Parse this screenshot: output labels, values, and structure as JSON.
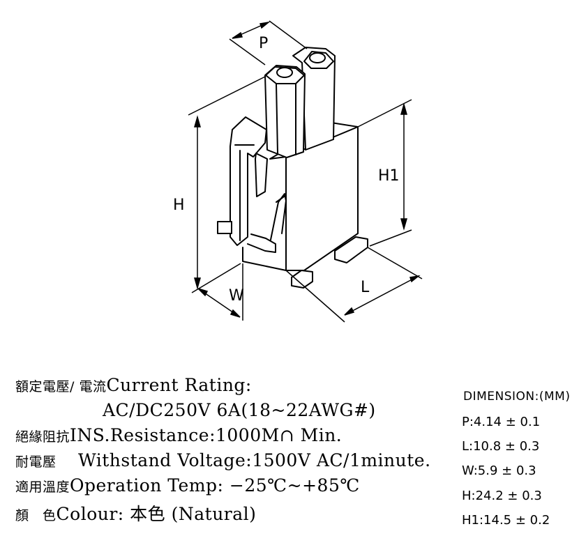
{
  "drawing": {
    "labels": {
      "p": "P",
      "h": "H",
      "h1": "H1",
      "w": "W",
      "l": "L"
    }
  },
  "specs": [
    {
      "zh": "額定電壓/ 電流",
      "en": "Current  Rating:"
    },
    {
      "zh": "",
      "en": "AC/DC250V 6A(18~22AWG#)"
    },
    {
      "zh": "絕緣阻抗",
      "en": "INS.Resistance:1000M∩ Min."
    },
    {
      "zh": "耐電壓",
      "en": "Withstand  Voltage:1500V  AC/1minute."
    },
    {
      "zh": "適用溫度",
      "en": "Operation  Temp: −25℃~+85℃"
    },
    {
      "zh": "顏　色",
      "en": "Colour: 本色 (Natural)"
    }
  ],
  "dimensions": {
    "title": "DIMENSION:(MM)",
    "rows": [
      "P:4.14 ± 0.1",
      "L:10.8 ± 0.3",
      "W:5.9 ± 0.3",
      "H:24.2 ± 0.3",
      "H1:14.5 ± 0.2"
    ]
  }
}
